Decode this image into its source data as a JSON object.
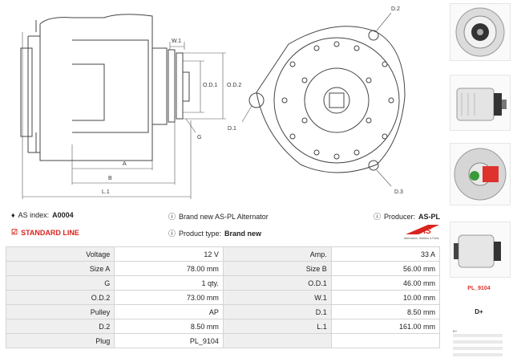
{
  "drawing": {
    "dims": {
      "a": "A",
      "b": "B",
      "l1": "L.1",
      "w1": "W.1",
      "g": "G",
      "od1": "O.D.1",
      "od2": "O.D.2",
      "d1": "D.1",
      "d2": "D.2",
      "d3": "D.3"
    }
  },
  "info": {
    "as_index_label": "AS index:",
    "as_index_value": "A0004",
    "description": "Brand new AS-PL Alternator",
    "producer_label": "Producer:",
    "producer_value": "AS-PL",
    "standard_line": "STANDARD LINE",
    "product_type_label": "Product type:",
    "product_type_value": "Brand new",
    "logo_text": "AS",
    "logo_tagline": "Alternators, Starters & Parts"
  },
  "specs": [
    {
      "k1": "Voltage",
      "v1": "12 V",
      "k2": "Amp.",
      "v2": "33 A"
    },
    {
      "k1": "Size A",
      "v1": "78.00 mm",
      "k2": "Size B",
      "v2": "56.00 mm"
    },
    {
      "k1": "G",
      "v1": "1 qty.",
      "k2": "O.D.1",
      "v2": "46.00 mm"
    },
    {
      "k1": "O.D.2",
      "v1": "73.00 mm",
      "k2": "W.1",
      "v2": "10.00 mm"
    },
    {
      "k1": "Pulley",
      "v1": "AP",
      "k2": "D.1",
      "v2": "8.50 mm"
    },
    {
      "k1": "D.2",
      "v1": "8.50 mm",
      "k2": "L.1",
      "v2": "161.00 mm"
    },
    {
      "k1": "Plug",
      "v1": "PL_9104",
      "k2": "",
      "v2": ""
    }
  ],
  "sidebar": {
    "plug_label": "PL_9104",
    "plug_terminal": "D+",
    "legend_label": "D+"
  },
  "colors": {
    "accent_red": "#d9241f",
    "table_key_bg": "#efefef",
    "border": "#d4d4d4"
  }
}
